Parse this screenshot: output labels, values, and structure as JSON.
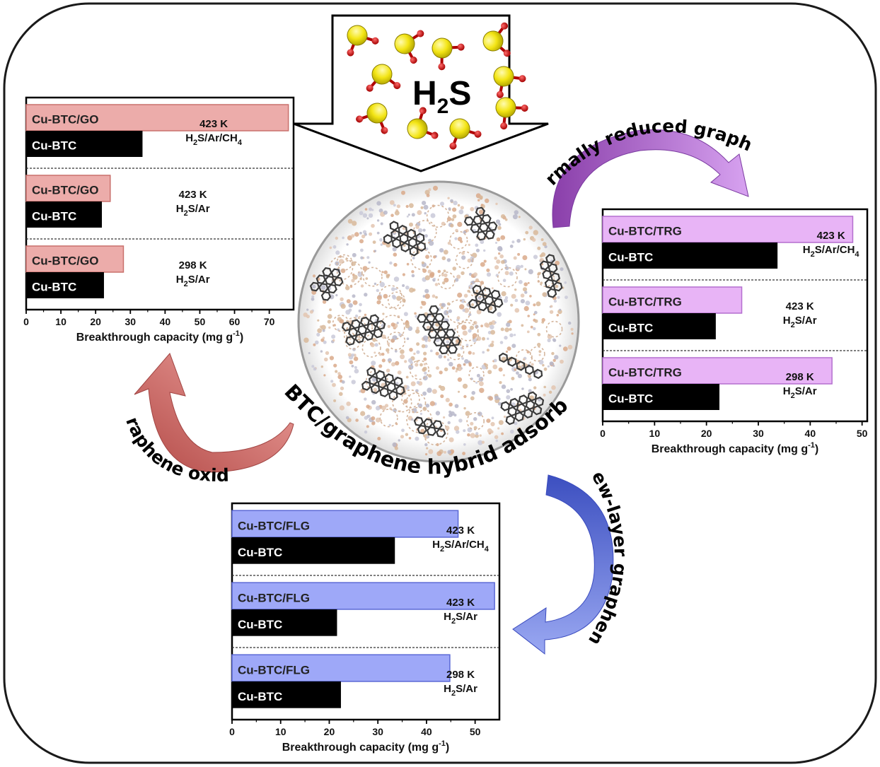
{
  "colors": {
    "go_fill": "#ecacaa",
    "go_stroke": "#c9706c",
    "trg_fill": "#e8b4f6",
    "trg_stroke": "#b46fcf",
    "flg_fill": "#9ea8f8",
    "flg_stroke": "#5a68d6",
    "black": "#000000"
  },
  "center": {
    "h2s_label": "H",
    "h2s_sub": "2",
    "h2s_tail": "S",
    "center_caption": "Cu-BTC/graphene hybrid adsorbent"
  },
  "arrows": {
    "go": "Graphene oxide",
    "trg": "Thermally reduced graphene",
    "flg": "Few-layer graphene"
  },
  "chart_data": [
    {
      "type": "bar",
      "orientation": "horizontal",
      "xlabel": "Breakthrough capacity (mg g",
      "xlabel_sup": "-1",
      "xlabel_tail": ")",
      "xlim": [
        0,
        77
      ],
      "xticks": [
        0,
        10,
        20,
        30,
        40,
        50,
        60,
        70
      ],
      "groups": [
        {
          "condition_temp": "423 K",
          "condition_gas": [
            [
              "H",
              "",
              ""
            ],
            [
              "2",
              "sub",
              ""
            ],
            [
              "S/Ar/CH",
              "",
              ""
            ],
            [
              "4",
              "sub",
              ""
            ]
          ],
          "bars": [
            {
              "label": "Cu-BTC/GO",
              "value": 75.5
            },
            {
              "label": "Cu-BTC",
              "value": 33.5
            }
          ]
        },
        {
          "condition_temp": "423 K",
          "condition_gas": [
            [
              "H",
              "",
              ""
            ],
            [
              "2",
              "sub",
              ""
            ],
            [
              "S/Ar",
              "",
              ""
            ]
          ],
          "bars": [
            {
              "label": "Cu-BTC/GO",
              "value": 24.2
            },
            {
              "label": "Cu-BTC",
              "value": 21.8
            }
          ]
        },
        {
          "condition_temp": "298 K",
          "condition_gas": [
            [
              "H",
              "",
              ""
            ],
            [
              "2",
              "sub",
              ""
            ],
            [
              "S/Ar",
              "",
              ""
            ]
          ],
          "bars": [
            {
              "label": "Cu-BTC/GO",
              "value": 28.0
            },
            {
              "label": "Cu-BTC",
              "value": 22.4
            }
          ]
        }
      ]
    },
    {
      "type": "bar",
      "orientation": "horizontal",
      "xlabel": "Breakthrough capacity (mg g",
      "xlabel_sup": "-1",
      "xlabel_tail": ")",
      "xlim": [
        0,
        51
      ],
      "xticks": [
        0,
        10,
        20,
        30,
        40,
        50
      ],
      "groups": [
        {
          "condition_temp": "423 K",
          "condition_gas": [
            [
              "H",
              "",
              ""
            ],
            [
              "2",
              "sub",
              ""
            ],
            [
              "S/Ar/CH",
              "",
              ""
            ],
            [
              "4",
              "sub",
              ""
            ]
          ],
          "bars": [
            {
              "label": "Cu-BTC/TRG",
              "value": 48.2
            },
            {
              "label": "Cu-BTC",
              "value": 33.7
            }
          ]
        },
        {
          "condition_temp": "423 K",
          "condition_gas": [
            [
              "H",
              "",
              ""
            ],
            [
              "2",
              "sub",
              ""
            ],
            [
              "S/Ar",
              "",
              ""
            ]
          ],
          "bars": [
            {
              "label": "Cu-BTC/TRG",
              "value": 26.8
            },
            {
              "label": "Cu-BTC",
              "value": 21.8
            }
          ]
        },
        {
          "condition_temp": "298 K",
          "condition_gas": [
            [
              "H",
              "",
              ""
            ],
            [
              "2",
              "sub",
              ""
            ],
            [
              "S/Ar",
              "",
              ""
            ]
          ],
          "bars": [
            {
              "label": "Cu-BTC/TRG",
              "value": 44.2
            },
            {
              "label": "Cu-BTC",
              "value": 22.5
            }
          ]
        }
      ]
    },
    {
      "type": "bar",
      "orientation": "horizontal",
      "xlabel": "Breakthrough capacity (mg g",
      "xlabel_sup": "-1",
      "xlabel_tail": ")",
      "xlim": [
        0,
        55
      ],
      "xticks": [
        0,
        10,
        20,
        30,
        40,
        50
      ],
      "groups": [
        {
          "condition_temp": "423 K",
          "condition_gas": [
            [
              "H",
              "",
              ""
            ],
            [
              "2",
              "sub",
              ""
            ],
            [
              "S/Ar/CH",
              "",
              ""
            ],
            [
              "4",
              "sub",
              ""
            ]
          ],
          "bars": [
            {
              "label": "Cu-BTC/FLG",
              "value": 46.5
            },
            {
              "label": "Cu-BTC",
              "value": 33.5
            }
          ]
        },
        {
          "condition_temp": "423 K",
          "condition_gas": [
            [
              "H",
              "",
              ""
            ],
            [
              "2",
              "sub",
              ""
            ],
            [
              "S/Ar",
              "",
              ""
            ]
          ],
          "bars": [
            {
              "label": "Cu-BTC/FLG",
              "value": 54.0
            },
            {
              "label": "Cu-BTC",
              "value": 21.6
            }
          ]
        },
        {
          "condition_temp": "298 K",
          "condition_gas": [
            [
              "H",
              "",
              ""
            ],
            [
              "2",
              "sub",
              ""
            ],
            [
              "S/Ar",
              "",
              ""
            ]
          ],
          "bars": [
            {
              "label": "Cu-BTC/FLG",
              "value": 44.8
            },
            {
              "label": "Cu-BTC",
              "value": 22.4
            }
          ]
        }
      ]
    }
  ]
}
